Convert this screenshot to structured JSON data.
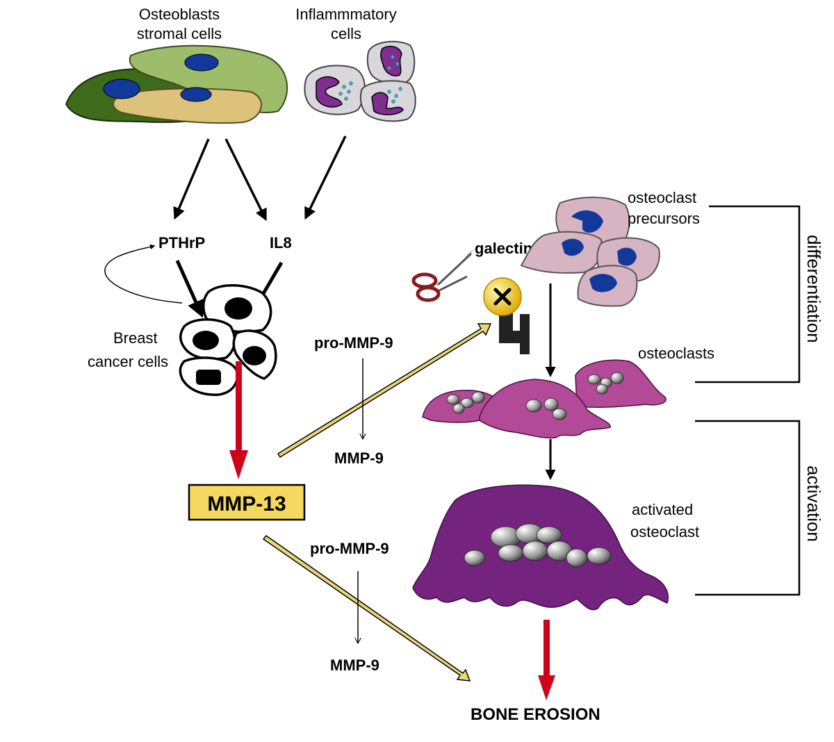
{
  "labels": {
    "osteoblasts_l1": "Osteoblasts",
    "osteoblasts_l2": "stromal cells",
    "inflammatory_l1": "Inflammmatory",
    "inflammatory_l2": "cells",
    "pthrp": "PTHrP",
    "il8": "IL8",
    "breast_l1": "Breast",
    "breast_l2": "cancer cells",
    "mmp13": "MMP-13",
    "pro_mmp9_top": "pro-MMP-9",
    "mmp9_top": "MMP-9",
    "pro_mmp9_bottom": "pro-MMP-9",
    "mmp9_bottom": "MMP-9",
    "galectin": "galectin-3",
    "precursors_l1": "osteoclast",
    "precursors_l2": "precursors",
    "osteoclasts": "osteoclasts",
    "activated_l1": "activated",
    "activated_l2": "osteoclast",
    "differentiation": "differentiation",
    "activation": "activation",
    "bone_erosion": "BONE EROSION"
  },
  "colors": {
    "osteoblast_dark": "#3e6a1c",
    "osteoblast_light": "#9dbd6a",
    "stromal_tan": "#dcc27a",
    "nucleus_blue": "#12389a",
    "inflammatory_body": "#d9d6dc",
    "inflammatory_nucleus": "#7d2e8f",
    "granule": "#4aa8b8",
    "precursor_pink": "#d7b4c1",
    "osteoclast_magenta": "#b24a98",
    "activated_purple": "#74237f",
    "mmp13_box": "#f5d860",
    "cleave_arrow": "#e9d77a",
    "red_arrow": "#d0021b",
    "galectin_ball": "#f1c411"
  },
  "icons": [
    "scissors-icon",
    "inhibition-x-icon",
    "receptor-icon"
  ]
}
